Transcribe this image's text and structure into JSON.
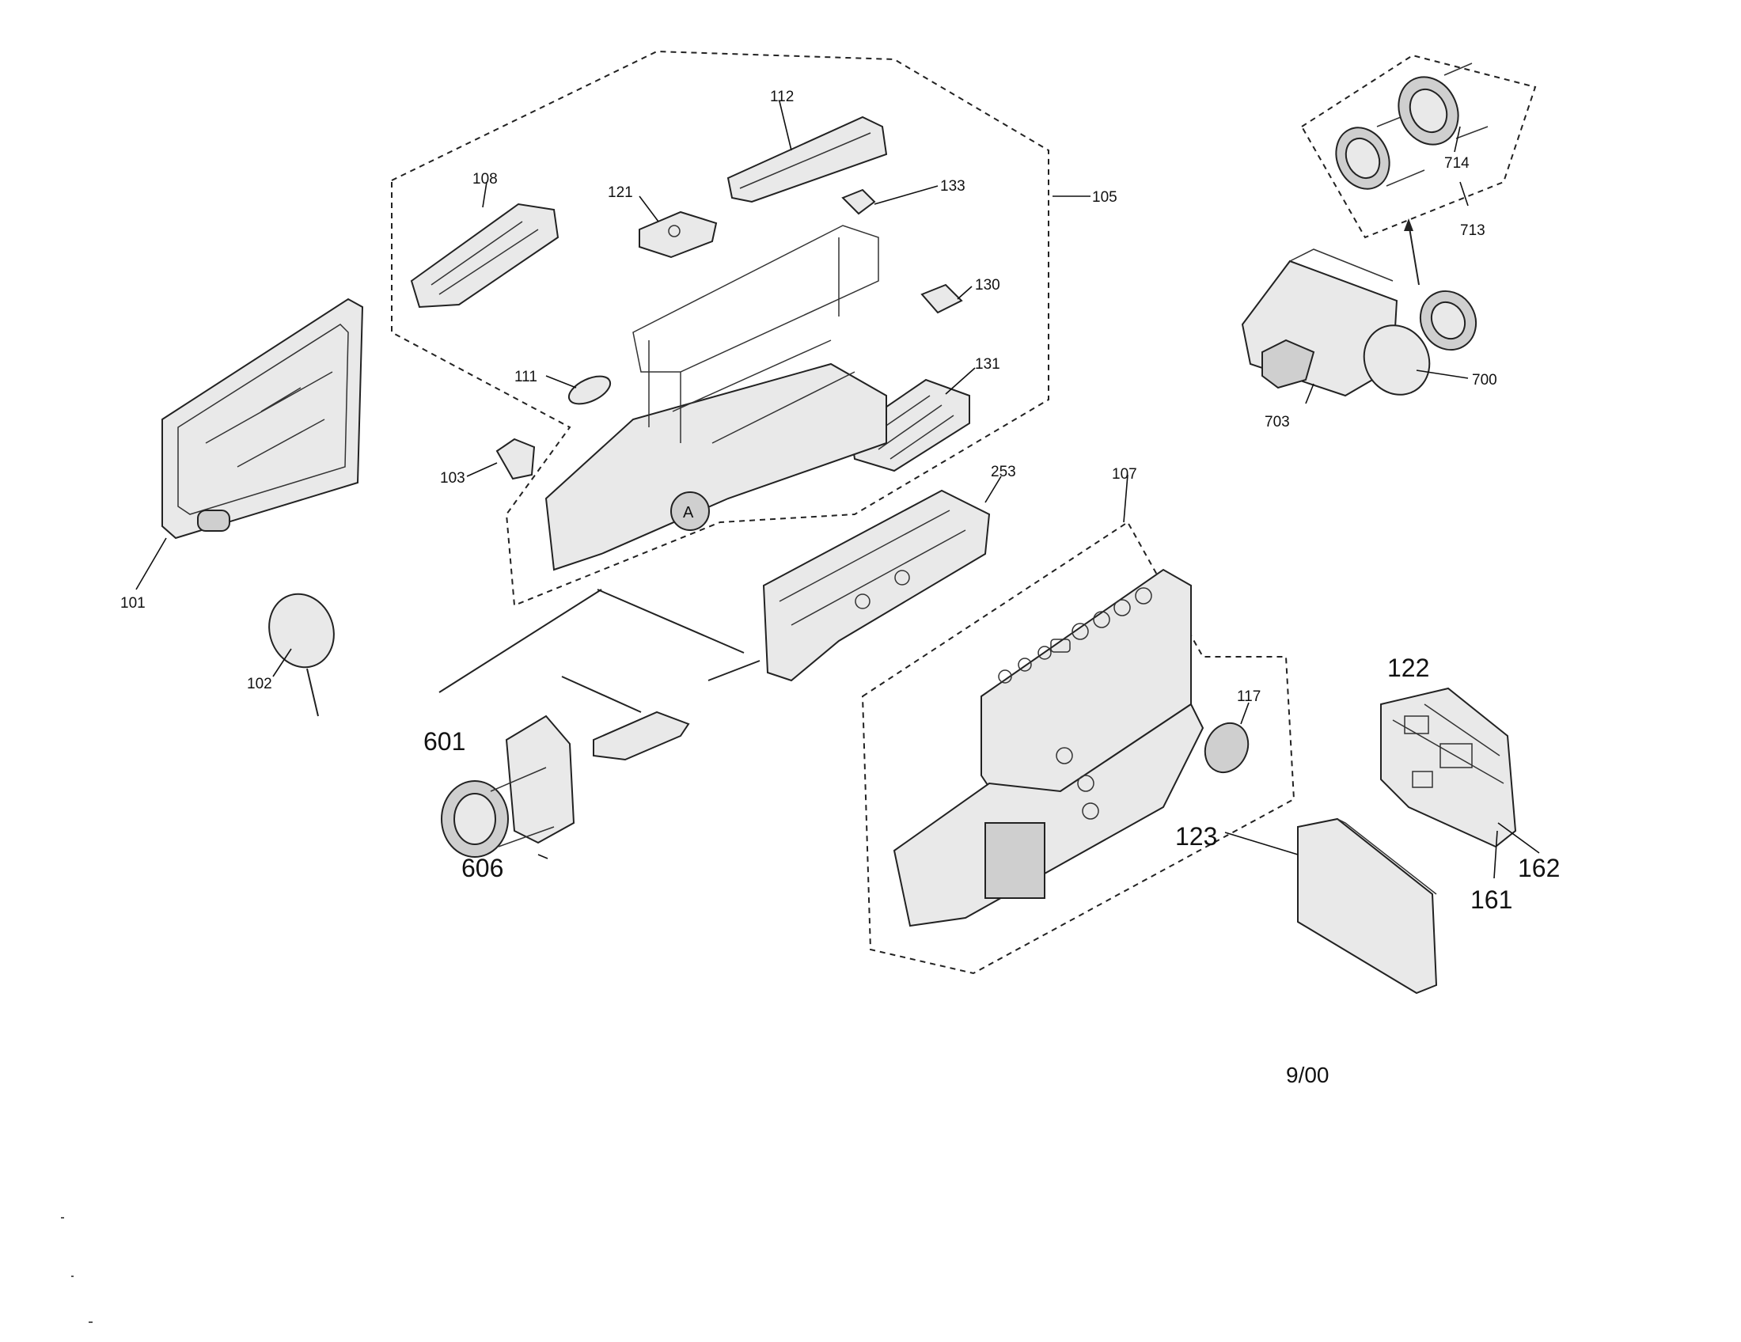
{
  "diagram": {
    "part_numbers": {
      "p101": "101",
      "p102": "102",
      "p103": "103",
      "p105": "105",
      "p107": "107",
      "p108": "108",
      "p111": "111",
      "p112": "112",
      "p117": "117",
      "p121": "121",
      "p122": "122",
      "p123": "123",
      "p130": "130",
      "p131": "131",
      "p133": "133",
      "p161": "161",
      "p162": "162",
      "p253": "253",
      "p601": "601",
      "p606": "606",
      "p700": "700",
      "p703": "703",
      "p713": "713",
      "p714": "714"
    },
    "callout_a": "A",
    "date_code": "9/00"
  }
}
